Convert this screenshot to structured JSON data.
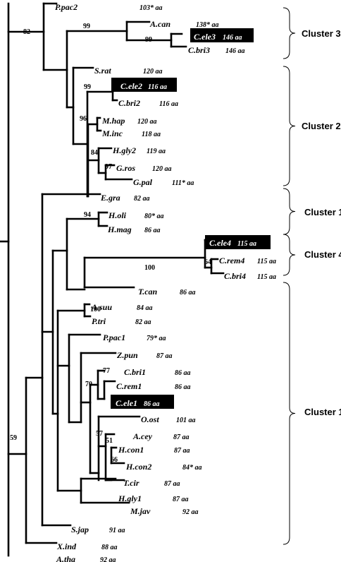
{
  "taxa": [
    {
      "id": "ppac2",
      "name": "P.pac2",
      "length": "103* aa"
    },
    {
      "id": "acan",
      "name": "A.can",
      "length": "138* aa"
    },
    {
      "id": "cele3",
      "name": "C.ele3",
      "length": "146 aa",
      "highlight": true
    },
    {
      "id": "cbri3",
      "name": "C.bri3",
      "length": "146 aa"
    },
    {
      "id": "srat",
      "name": "S.rat",
      "length": "120 aa"
    },
    {
      "id": "cele2",
      "name": "C.ele2",
      "length": "116 aa",
      "highlight": true
    },
    {
      "id": "cbri2",
      "name": "C.bri2",
      "length": "116 aa"
    },
    {
      "id": "mhap",
      "name": "M.hap",
      "length": "120 aa"
    },
    {
      "id": "minc",
      "name": "M.inc",
      "length": "118 aa"
    },
    {
      "id": "hgly2",
      "name": "H.gly2",
      "length": "119 aa"
    },
    {
      "id": "gros",
      "name": "G.ros",
      "length": "120 aa"
    },
    {
      "id": "gpal",
      "name": "G.pal",
      "length": "111* aa"
    },
    {
      "id": "egra",
      "name": "E.gra",
      "length": "82 aa"
    },
    {
      "id": "holi",
      "name": "H.oli",
      "length": "80* aa"
    },
    {
      "id": "hmag",
      "name": "H.mag",
      "length": "86 aa"
    },
    {
      "id": "cele4",
      "name": "C.ele4",
      "length": "115 aa",
      "highlight": true
    },
    {
      "id": "crem4",
      "name": "C.rem4",
      "length": "115 aa"
    },
    {
      "id": "cbri4",
      "name": "C.bri4",
      "length": "115 aa"
    },
    {
      "id": "tcan",
      "name": "T.can",
      "length": "86 aa"
    },
    {
      "id": "asuu",
      "name": "A.suu",
      "length": "84 aa"
    },
    {
      "id": "ptri",
      "name": "P.tri",
      "length": "82 aa"
    },
    {
      "id": "ppac1",
      "name": "P.pac1",
      "length": "79* aa"
    },
    {
      "id": "zpun",
      "name": "Z.pun",
      "length": "87 aa"
    },
    {
      "id": "cbri1",
      "name": "C.bri1",
      "length": "86 aa"
    },
    {
      "id": "crem1",
      "name": "C.rem1",
      "length": "86 aa"
    },
    {
      "id": "cele1",
      "name": "C.ele1",
      "length": "86 aa",
      "highlight": true
    },
    {
      "id": "oost",
      "name": "O.ost",
      "length": "101 aa"
    },
    {
      "id": "acey",
      "name": "A.cey",
      "length": "87 aa"
    },
    {
      "id": "hcon1",
      "name": "H.con1",
      "length": "87 aa"
    },
    {
      "id": "hcon2",
      "name": "H.con2",
      "length": "84* aa"
    },
    {
      "id": "tcir",
      "name": "T.cir",
      "length": "87 aa"
    },
    {
      "id": "hgly1",
      "name": "H.gly1",
      "length": "87 aa"
    },
    {
      "id": "mjav",
      "name": "M.jav",
      "length": "92 aa"
    },
    {
      "id": "sjap",
      "name": "S.jap",
      "length": "91 aa"
    },
    {
      "id": "xind",
      "name": "X.ind",
      "length": "88 aa"
    },
    {
      "id": "atha",
      "name": "A.tha",
      "length": "92 aa"
    }
  ],
  "bootstrap": [
    {
      "id": "b82",
      "value": "82"
    },
    {
      "id": "b99a",
      "value": "99"
    },
    {
      "id": "b99b",
      "value": "99"
    },
    {
      "id": "b99c",
      "value": "99"
    },
    {
      "id": "b96",
      "value": "96"
    },
    {
      "id": "b84",
      "value": "84"
    },
    {
      "id": "b97",
      "value": "97"
    },
    {
      "id": "b94",
      "value": "94"
    },
    {
      "id": "b100a",
      "value": "100"
    },
    {
      "id": "b64",
      "value": "64"
    },
    {
      "id": "b100b",
      "value": "100"
    },
    {
      "id": "b77",
      "value": "77"
    },
    {
      "id": "b70",
      "value": "70"
    },
    {
      "id": "b57",
      "value": "57"
    },
    {
      "id": "b51",
      "value": "51"
    },
    {
      "id": "b66",
      "value": "66"
    },
    {
      "id": "b59",
      "value": "59"
    }
  ],
  "clusters": [
    {
      "id": "c3",
      "label": "Cluster 3"
    },
    {
      "id": "c2",
      "label": "Cluster 2"
    },
    {
      "id": "c1a",
      "label": "Cluster 1"
    },
    {
      "id": "c4",
      "label": "Cluster 4"
    },
    {
      "id": "c1b",
      "label": "Cluster 1"
    }
  ]
}
